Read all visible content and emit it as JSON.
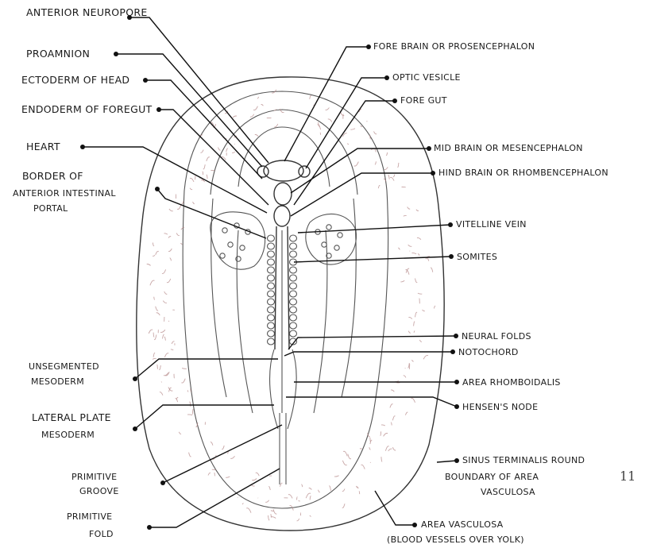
{
  "labels": {
    "anterior_neuropore": "ANTERIOR NEUROPORE",
    "proamnion": "PROAMNION",
    "ectoderm_head": "ECTODERM OF HEAD",
    "endoderm_foregut": "ENDODERM OF FOREGUT",
    "heart": "HEART",
    "border_portal_1": "BORDER OF",
    "border_portal_2": "ANTERIOR INTESTINAL",
    "border_portal_3": "PORTAL",
    "unsegmented_1": "UNSEGMENTED",
    "unsegmented_2": "MESODERM",
    "lateral_plate_1": "LATERAL PLATE",
    "lateral_plate_2": "MESODERM",
    "primitive_groove_1": "PRIMITIVE",
    "primitive_groove_2": "GROOVE",
    "primitive_fold_1": "PRIMITIVE",
    "primitive_fold_2": "FOLD",
    "fore_brain": "FORE BRAIN OR PROSENCEPHALON",
    "optic_vesicle": "OPTIC VESICLE",
    "fore_gut": "FORE GUT",
    "mid_brain": "MID BRAIN OR MESENCEPHALON",
    "hind_brain": "HIND BRAIN OR RHOMBENCEPHALON",
    "vitelline_vein": "VITELLINE VEIN",
    "somites": "SOMITES",
    "neural_folds": "NEURAL FOLDS",
    "notochord": "NOTOCHORD",
    "area_rhomboidalis": "AREA RHOMBOIDALIS",
    "hensens_node": "HENSEN'S NODE",
    "sinus_terminalis_1": "SINUS TERMINALIS ROUND",
    "sinus_terminalis_2": "BOUNDARY OF AREA",
    "sinus_terminalis_3": "VASCULOSA",
    "area_vasculosa_1": "AREA VASCULOSA",
    "area_vasculosa_2": "(BLOOD VESSELS OVER YOLK)"
  },
  "page_mark": "11"
}
